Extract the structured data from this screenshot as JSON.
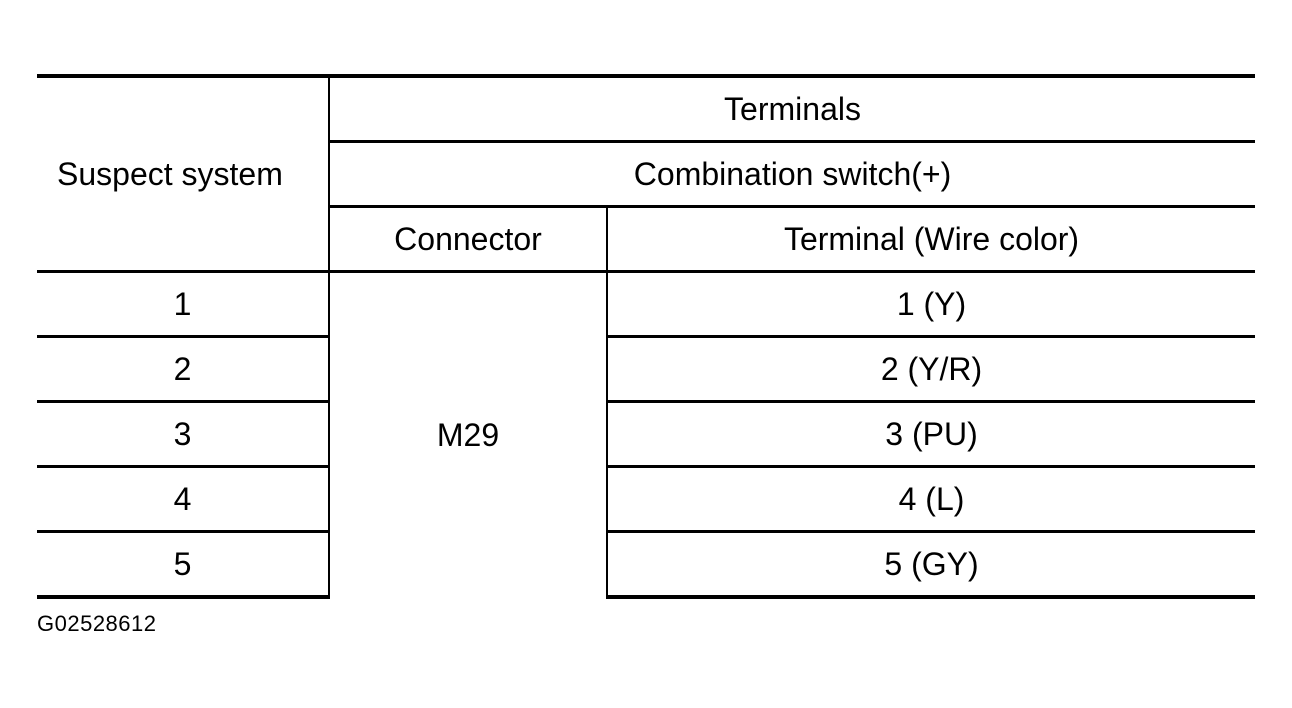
{
  "table": {
    "header": {
      "suspect_system": "Suspect system",
      "terminals": "Terminals",
      "combination_switch": "Combination switch(+)",
      "connector": "Connector",
      "terminal_wire_color": "Terminal (Wire color)"
    },
    "connector_value": "M29",
    "rows": [
      {
        "system": "1",
        "terminal": "1 (Y)"
      },
      {
        "system": "2",
        "terminal": "2 (Y/R)"
      },
      {
        "system": "3",
        "terminal": "3 (PU)"
      },
      {
        "system": "4",
        "terminal": "4 (L)"
      },
      {
        "system": "5",
        "terminal": "5 (GY)"
      }
    ]
  },
  "caption": "G02528612"
}
